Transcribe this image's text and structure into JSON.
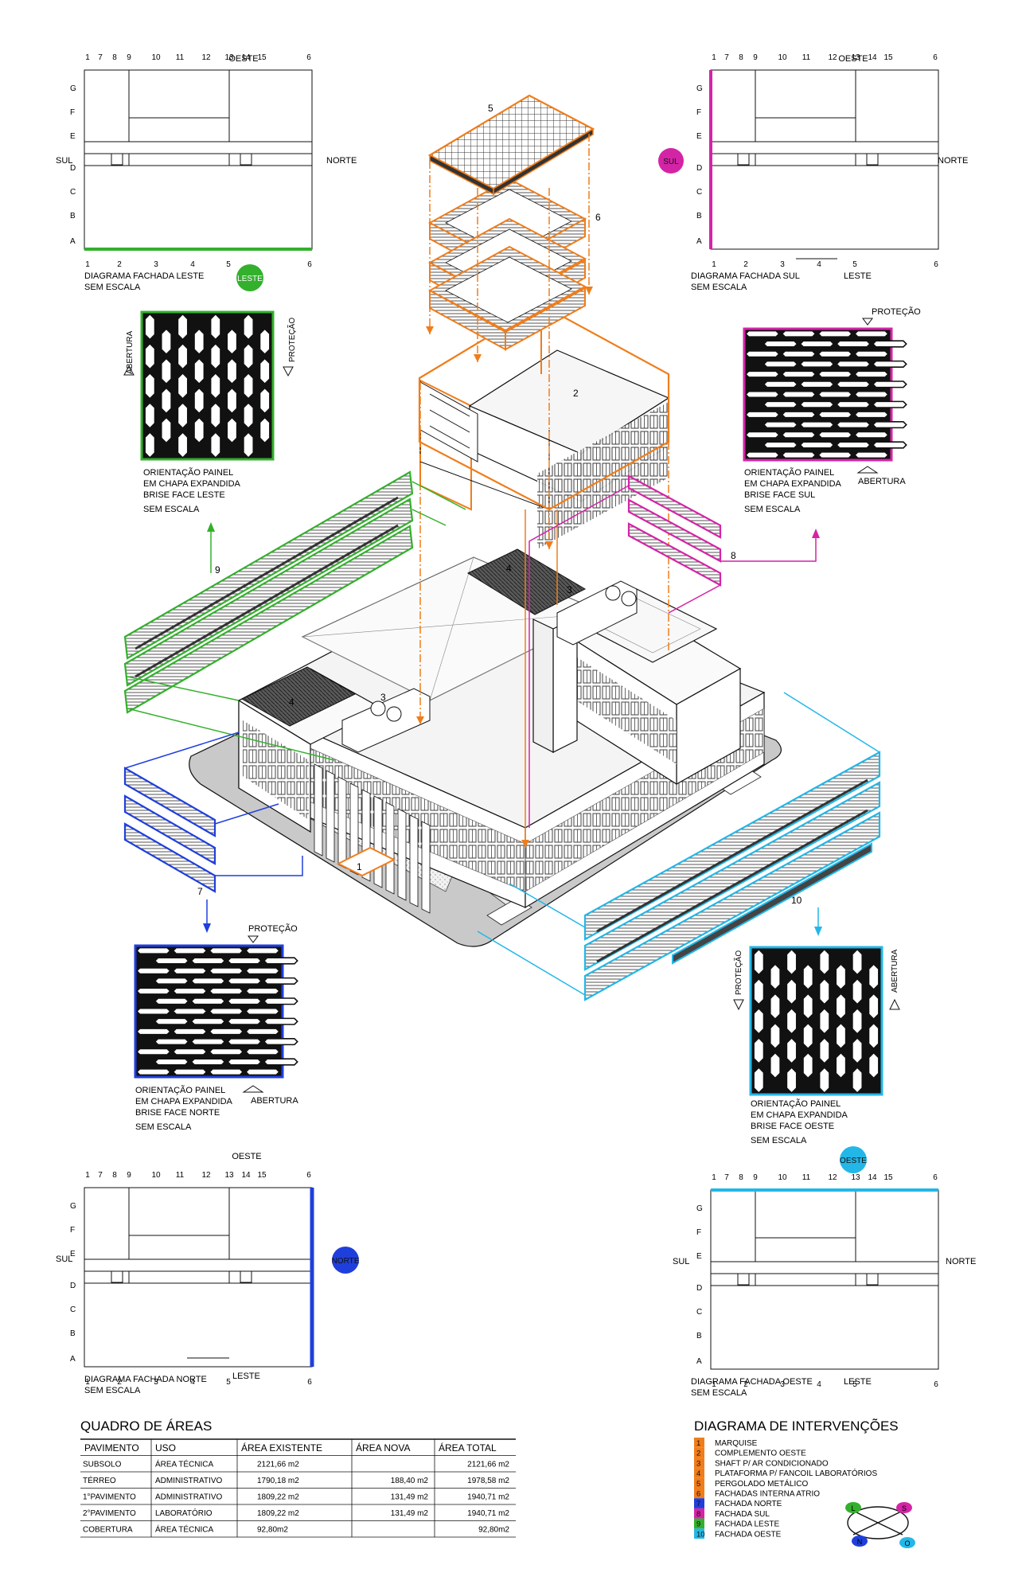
{
  "facade_diagrams": {
    "columns_top": [
      "1",
      "7",
      "8",
      "9",
      "10",
      "11",
      "12",
      "13",
      "14",
      "15",
      "6"
    ],
    "columns_bottom": [
      "1",
      "2",
      "3",
      "4",
      "5",
      "6"
    ],
    "rows": [
      "G",
      "F",
      "E",
      "D",
      "C",
      "B",
      "A"
    ],
    "west": "OESTE",
    "south": "SUL",
    "north": "NORTE",
    "east": "LESTE",
    "scale": "SEM ESCALA",
    "leste": {
      "caption": "DIAGRAMA FACHADA LESTE",
      "badge": "LESTE",
      "color": "#33b02c"
    },
    "sul": {
      "caption": "DIAGRAMA FACHADA SUL",
      "badge": "SUL",
      "color": "#d424a6"
    },
    "norte": {
      "caption": "DIAGRAMA FACHADA NORTE",
      "badge": "NORTE",
      "color": "#1f3fdc"
    },
    "oeste": {
      "caption": "DIAGRAMA FACHADA OESTE",
      "badge": "OESTE",
      "color": "#23b7e8"
    }
  },
  "panels": {
    "abertura": "ABERTURA",
    "protecao": "PROTEÇÃO",
    "orientation_line1": "ORIENTAÇÃO PAINEL",
    "orientation_line2": "EM CHAPA EXPANDIDA",
    "scale": "SEM ESCALA",
    "leste_face": "BRISE FACE LESTE",
    "sul_face": "BRISE FACE SUL",
    "norte_face": "BRISE FACE NORTE",
    "oeste_face": "BRISE FACE OESTE"
  },
  "callouts": [
    "1",
    "2",
    "3",
    "3",
    "4",
    "4",
    "5",
    "6",
    "7",
    "8",
    "9",
    "10"
  ],
  "areas_table": {
    "title": "QUADRO  DE  ÁREAS",
    "headers": [
      "PAVIMENTO",
      "USO",
      "ÁREA  EXISTENTE",
      "ÁREA  NOVA",
      "ÁREA  TOTAL"
    ],
    "rows": [
      [
        "SUBSOLO",
        "ÁREA TÉCNICA",
        "2121,66  m2",
        "",
        "2121,66  m2"
      ],
      [
        "TÉRREO",
        "ADMINISTRATIVO",
        "1790,18  m2",
        "188,40  m2",
        "1978,58  m2"
      ],
      [
        "1°PAVIMENTO",
        "ADMINISTRATIVO",
        "1809,22  m2",
        "131,49  m2",
        "1940,71  m2"
      ],
      [
        "2°PAVIMENTO",
        "LABORATÓRIO",
        "1809,22  m2",
        "131,49  m2",
        "1940,71  m2"
      ],
      [
        "COBERTURA",
        "ÁREA TÉCNICA",
        "92,80m2",
        "",
        "92,80m2"
      ]
    ]
  },
  "legend": {
    "title": "DIAGRAMA  DE  INTERVENÇÕES",
    "items": [
      {
        "num": "1",
        "label": "MARQUISE",
        "color": "#f07d1a"
      },
      {
        "num": "2",
        "label": "COMPLEMENTO  OESTE",
        "color": "#f07d1a"
      },
      {
        "num": "3",
        "label": "SHAFT  P/  AR  CONDICIONADO",
        "color": "#f07d1a"
      },
      {
        "num": "4",
        "label": "PLATAFORMA  P/  FANCOIL  LABORATÓRIOS",
        "color": "#f07d1a"
      },
      {
        "num": "5",
        "label": "PERGOLADO  METÁLICO",
        "color": "#f07d1a"
      },
      {
        "num": "6",
        "label": "FACHADAS  INTERNA  ATRIO",
        "color": "#f07d1a"
      },
      {
        "num": "7",
        "label": "FACHADA  NORTE",
        "color": "#1f3fdc"
      },
      {
        "num": "8",
        "label": "FACHADA  SUL",
        "color": "#d424a6"
      },
      {
        "num": "9",
        "label": "FACHADA  LESTE",
        "color": "#33b02c"
      },
      {
        "num": "10",
        "label": "FACHADA  OESTE",
        "color": "#23b7e8"
      }
    ],
    "compass": [
      "L",
      "S",
      "N",
      "O"
    ]
  },
  "colors": {
    "orange": "#f07d1a",
    "green": "#33b02c",
    "magenta": "#d424a6",
    "blue": "#1f3fdc",
    "cyan": "#23b7e8"
  }
}
